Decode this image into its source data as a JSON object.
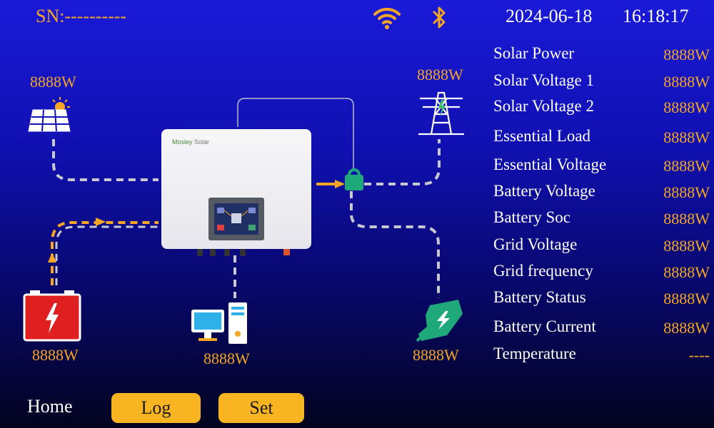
{
  "header": {
    "serial": "SN:----------",
    "date": "2024-06-18",
    "time": "16:18:17"
  },
  "icons": {
    "wifi": "wifi-icon",
    "bluetooth": "bluetooth-icon",
    "solar": "solar-panel-icon",
    "grid": "power-tower-icon",
    "battery": "battery-icon",
    "load": "computer-load-icon",
    "plug": "plug-icon",
    "meter": "ct-meter-icon"
  },
  "inverter": {
    "brand_a": "Mosley",
    "brand_b": "Solar"
  },
  "flow": {
    "solar_w": "8888W",
    "grid_w": "8888W",
    "battery_w": "8888W",
    "load_w": "8888W",
    "backup_w": "8888W"
  },
  "readings": [
    {
      "label": "Solar Power",
      "value": "8888W"
    },
    {
      "label": "Solar Voltage 1",
      "value": "8888W"
    },
    {
      "label": "Solar Voltage 2",
      "value": "8888W"
    },
    {
      "label": "Essential Load",
      "value": "8888W"
    },
    {
      "label": "Essential Voltage",
      "value": "8888W"
    },
    {
      "label": "Battery Voltage",
      "value": "8888W"
    },
    {
      "label": "Battery Soc",
      "value": "8888W"
    },
    {
      "label": "Grid Voltage",
      "value": "8888W"
    },
    {
      "label": "Grid frequency",
      "value": "8888W"
    },
    {
      "label": "Battery Status",
      "value": "8888W"
    },
    {
      "label": "Battery Current",
      "value": "8888W"
    },
    {
      "label": "Temperature",
      "value": "----"
    }
  ],
  "nav": {
    "home": "Home",
    "log": "Log",
    "set": "Set"
  },
  "colors": {
    "accent": "#f5a623",
    "button": "#f9b422",
    "flow_active": "#f5a623",
    "flow_idle": "#c8c8d0"
  }
}
